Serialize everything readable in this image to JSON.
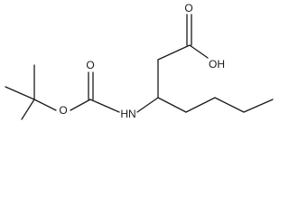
{
  "molecule": {
    "atom_labels": {
      "carbonyl_oxygen": "O",
      "acid_hydroxyl": "OH",
      "boc_carbonyl_oxygen": "O",
      "boc_ester_oxygen": "O",
      "amine_nitrogen": "HN"
    }
  }
}
